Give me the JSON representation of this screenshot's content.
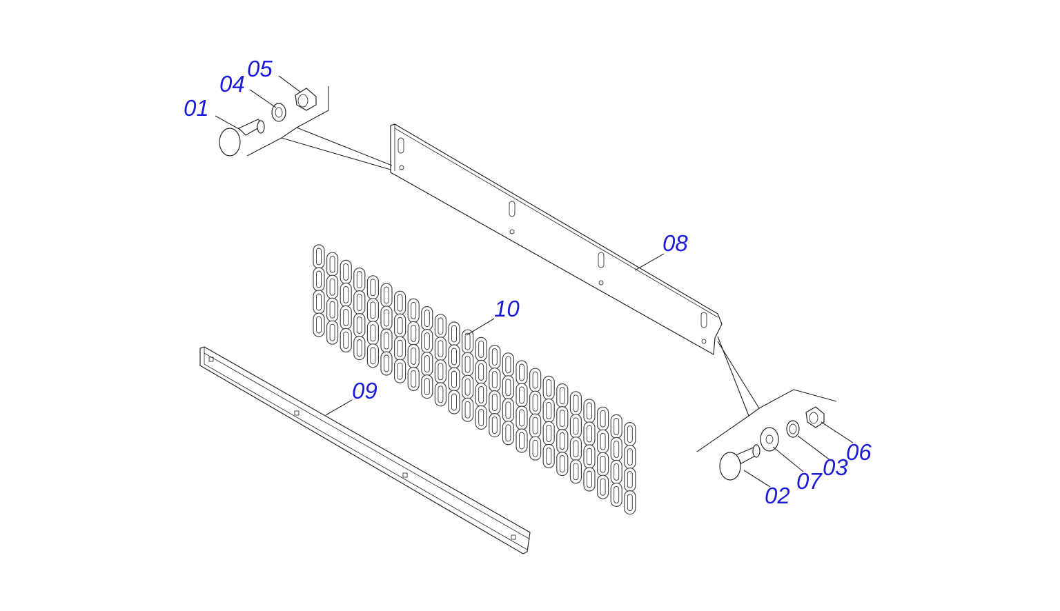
{
  "diagram": {
    "callouts": {
      "c01": "01",
      "c02": "02",
      "c03": "03",
      "c04": "04",
      "c05": "05",
      "c06": "06",
      "c07": "07",
      "c08": "08",
      "c09": "09",
      "c10": "10"
    },
    "label_color": "#1a1ad8",
    "line_color": "#222222"
  }
}
